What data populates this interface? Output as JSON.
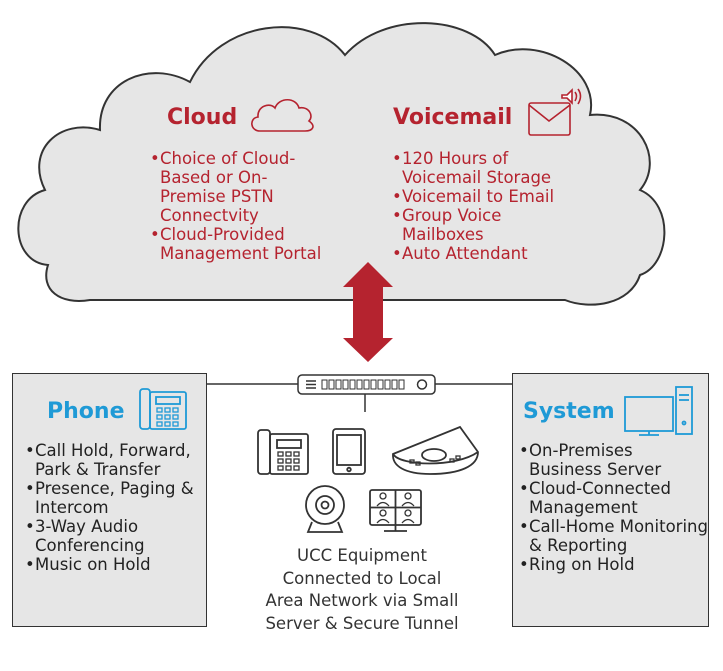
{
  "cloud": {
    "heading": "Cloud",
    "items": [
      "Choice of Cloud-Based or On-Premise PSTN Connectvity",
      "Cloud-Provided Management Portal"
    ]
  },
  "voicemail": {
    "heading": "Voicemail",
    "items": [
      "120 Hours of Voicemail Storage",
      "Voicemail to Email",
      "Group Voice Mailboxes",
      "Auto Attendant"
    ]
  },
  "phone": {
    "heading": "Phone",
    "items": [
      "Call Hold, Forward, Park & Transfer",
      "Presence, Paging & Intercom",
      "3-Way Audio Conferencing",
      "Music on Hold"
    ]
  },
  "system": {
    "heading": "System",
    "items": [
      "On-Premises Business Server",
      "Cloud-Connected Management",
      "Call-Home Monitoring & Reporting",
      "Ring on Hold"
    ]
  },
  "equipment_caption": "UCC Equipment Connected to Local Area Network via Small Server & Secure Tunnel",
  "colors": {
    "red": "#b5232f",
    "blue": "#1f9ad6",
    "cloud_fill": "#e6e6e6",
    "outline": "#333333"
  },
  "icons": [
    "cloud-icon",
    "envelope-speaker-icon",
    "desk-phone-icon",
    "monitor-tower-icon",
    "server-switch-icon",
    "tablet-icon",
    "conference-phone-icon",
    "webcam-icon",
    "video-conference-icon"
  ]
}
